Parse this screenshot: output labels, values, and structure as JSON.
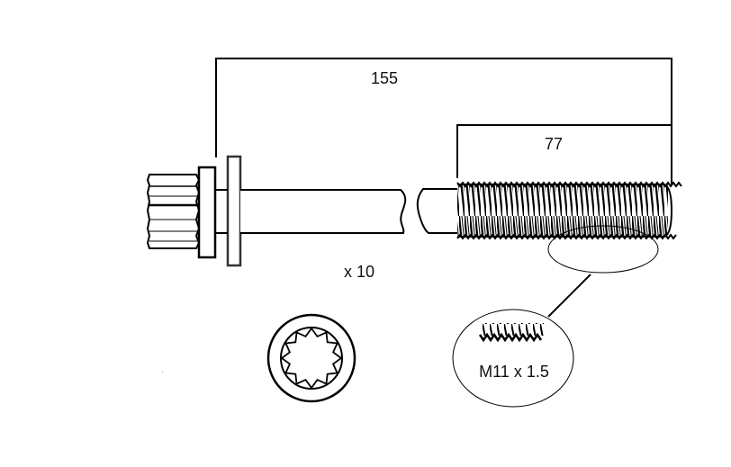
{
  "diagram": {
    "type": "technical-drawing",
    "subject": "cylinder head bolt",
    "dimensions": {
      "overall_length": "155",
      "thread_length": "77"
    },
    "quantity": "x 10",
    "thread_spec": "M11 x 1.5",
    "head_type": "12-point (double hex) splined head with washer",
    "colors": {
      "line": "#000000",
      "washer_outline": "#333333",
      "background": "#ffffff"
    }
  }
}
